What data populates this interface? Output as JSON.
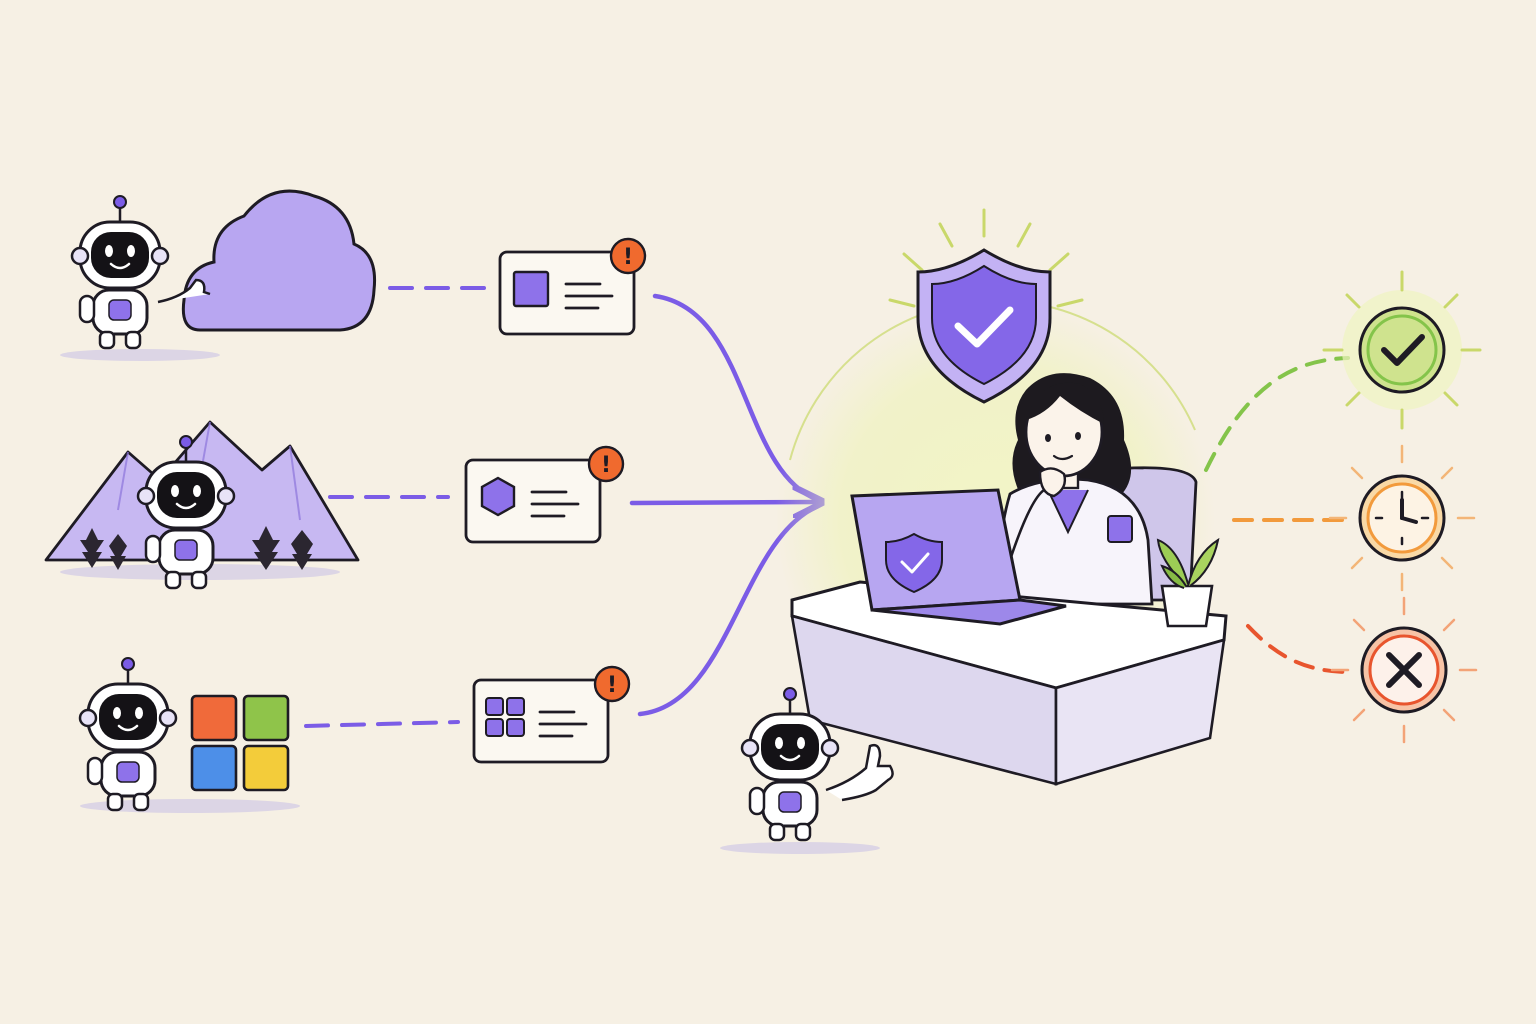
{
  "colors": {
    "background": "#f6f0e4",
    "ink": "#1e1b24",
    "accent_purple": "#7b5ce6",
    "purple_light": "#c9bcf3",
    "purple_fill": "#ab97ef",
    "alert_orange": "#f06a2e",
    "approve_green": "#84c44a",
    "pending_orange": "#f29a3c",
    "reject_red": "#e8552e",
    "glow_yellow": "#e6ef9c",
    "ms_red": "#f06a3a",
    "ms_green": "#8fc44a",
    "ms_blue": "#4d8fe8",
    "ms_yellow": "#f3cc3a"
  },
  "sources": [
    {
      "name": "cloud",
      "icon": "cloud-icon",
      "card_icon": "square-icon"
    },
    {
      "name": "mountains",
      "icon": "mountain-icon",
      "card_icon": "hexagon-icon"
    },
    {
      "name": "windows",
      "icon": "windows-logo-icon",
      "card_icon": "grid-icon"
    }
  ],
  "card_alert_glyph": "!",
  "outcomes": [
    {
      "name": "approved",
      "icon": "checkmark-icon"
    },
    {
      "name": "pending",
      "icon": "clock-icon"
    },
    {
      "name": "rejected",
      "icon": "x-icon"
    }
  ]
}
